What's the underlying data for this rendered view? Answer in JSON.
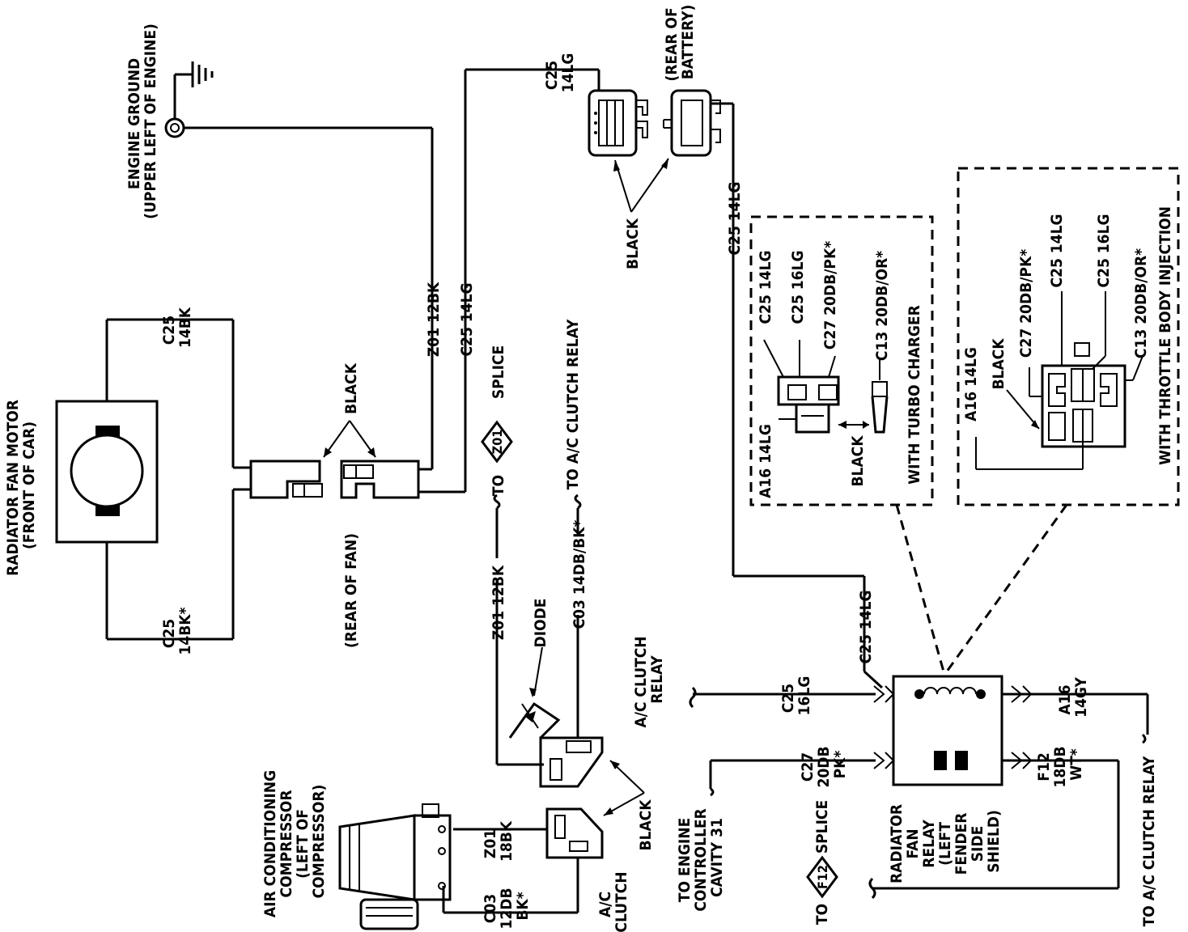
{
  "labels": {
    "fan_motor": [
      "RADIATOR FAN MOTOR",
      "(FRONT OF CAR)"
    ],
    "engine_ground": [
      "ENGINE GROUND",
      "(UPPER LEFT OF ENGINE)"
    ],
    "rear_of_battery": [
      "(REAR OF",
      "BATTERY)"
    ],
    "rear_of_fan": "(REAR OF FAN)",
    "splice": "SPLICE",
    "to": "TO",
    "to_ac_clutch_relay": "TO A/C CLUTCH RELAY",
    "ac_clutch_relay": [
      "A/C CLUTCH",
      "RELAY"
    ],
    "diode": "DIODE",
    "ac_clutch": [
      "A/C",
      "CLUTCH"
    ],
    "ac_compressor": [
      "AIR CONDITIONING",
      "COMPRESSOR",
      "(LEFT OF",
      "COMPRESSOR)"
    ],
    "to_engine_controller": [
      "TO ENGINE",
      "CONTROLLER",
      "CAVITY 31"
    ],
    "fan_relay": [
      "RADIATOR",
      "FAN",
      "RELAY",
      "(LEFT",
      "FENDER",
      "SIDE",
      "SHIELD)"
    ],
    "with_turbo": "WITH TURBO CHARGER",
    "with_tbi": "WITH THROTTLE BODY INJECTION",
    "black": "BLACK"
  },
  "splices": {
    "z01": "Z01",
    "f12": "F12"
  },
  "wires": {
    "c25_14bk": [
      "C25",
      "14BK"
    ],
    "c25_14bk_star": [
      "C25",
      "14BK*"
    ],
    "z01_12bk": "Z01 12BK",
    "c25_14lg": "C25 14LG",
    "c25_14lg_top": [
      "C25",
      "14LG"
    ],
    "c03_14db_bk": "C03 14DB/BK*",
    "z01_18bk": [
      "Z01",
      "18BK"
    ],
    "c03_12db_bk": [
      "C03",
      "12DB",
      "BK*"
    ],
    "c25_16lg": [
      "C25",
      "16LG"
    ],
    "c27_20db_pk": [
      "C27",
      "20DB",
      "PK*"
    ],
    "a16_14gy": [
      "A16",
      "14GY"
    ],
    "f12_18db_wt": [
      "F12",
      "18DB",
      "WT*"
    ],
    "turbo": [
      "C25 14LG",
      "C25 16LG",
      "C27 20DB/PK*",
      "C13 20DB/OR*",
      "A16 14LG"
    ],
    "tbi": [
      "C25 14LG",
      "C25 16LG",
      "C27 20DB/PK*",
      "C13 20DB/OR*",
      "A16 14LG"
    ]
  }
}
